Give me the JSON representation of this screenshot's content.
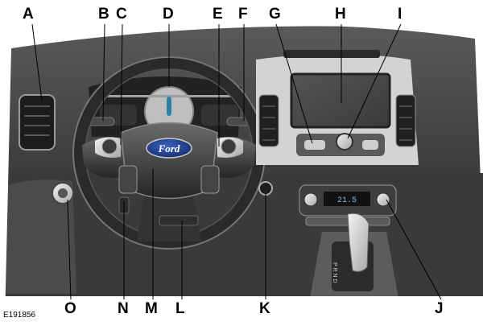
{
  "figure_id": "E191856",
  "brand_badge": "Ford",
  "gear_letters": "P R N D",
  "display_readout": "21.5",
  "callouts": [
    {
      "key": "A",
      "text": "A"
    },
    {
      "key": "B",
      "text": "B"
    },
    {
      "key": "C",
      "text": "C"
    },
    {
      "key": "D",
      "text": "D"
    },
    {
      "key": "E",
      "text": "E"
    },
    {
      "key": "F",
      "text": "F"
    },
    {
      "key": "G",
      "text": "G"
    },
    {
      "key": "H",
      "text": "H"
    },
    {
      "key": "I",
      "text": "I"
    },
    {
      "key": "J",
      "text": "J"
    },
    {
      "key": "K",
      "text": "K"
    },
    {
      "key": "L",
      "text": "L"
    },
    {
      "key": "M",
      "text": "M"
    },
    {
      "key": "N",
      "text": "N"
    },
    {
      "key": "O",
      "text": "O"
    }
  ],
  "colors": {
    "dash_dark": "#2b2b2b",
    "dash_mid": "#6d6d6d",
    "dash_light": "#bdbdbd",
    "trim_silver": "#d9d9d9",
    "badge_blue": "#1f3f8f",
    "screen": "#4a4a4a",
    "display_blue": "#7fb6e6"
  }
}
